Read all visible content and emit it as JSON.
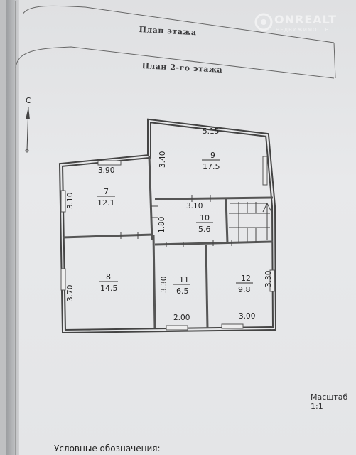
{
  "header": {
    "floor_plan_label": "План этажа",
    "second_floor_title": "План 2-го этажа"
  },
  "watermark": {
    "brand": "ONREALT",
    "sub": "НЕДВИЖИМОСТЬ"
  },
  "compass_letter": "С",
  "rooms": [
    {
      "number": "7",
      "area": "12.1"
    },
    {
      "number": "8",
      "area": "14.5"
    },
    {
      "number": "9",
      "area": "17.5"
    },
    {
      "number": "10",
      "area": "5.6"
    },
    {
      "number": "11",
      "area": "6.5"
    },
    {
      "number": "12",
      "area": "9.8"
    }
  ],
  "dimensions": {
    "room9_width": "5.15",
    "room9_height": "3.40",
    "room7_width": "3.90",
    "room7_height": "3.10",
    "room10_width": "3.10",
    "room10_height": "1.80",
    "room8_height": "3.70",
    "room11_height": "3.30",
    "room11_width": "2.00",
    "room12_height": "3.30",
    "room12_width": "3.00"
  },
  "footer": {
    "scale_label": "Масштаб 1:1",
    "legend_label": "Условные обозначения:"
  }
}
